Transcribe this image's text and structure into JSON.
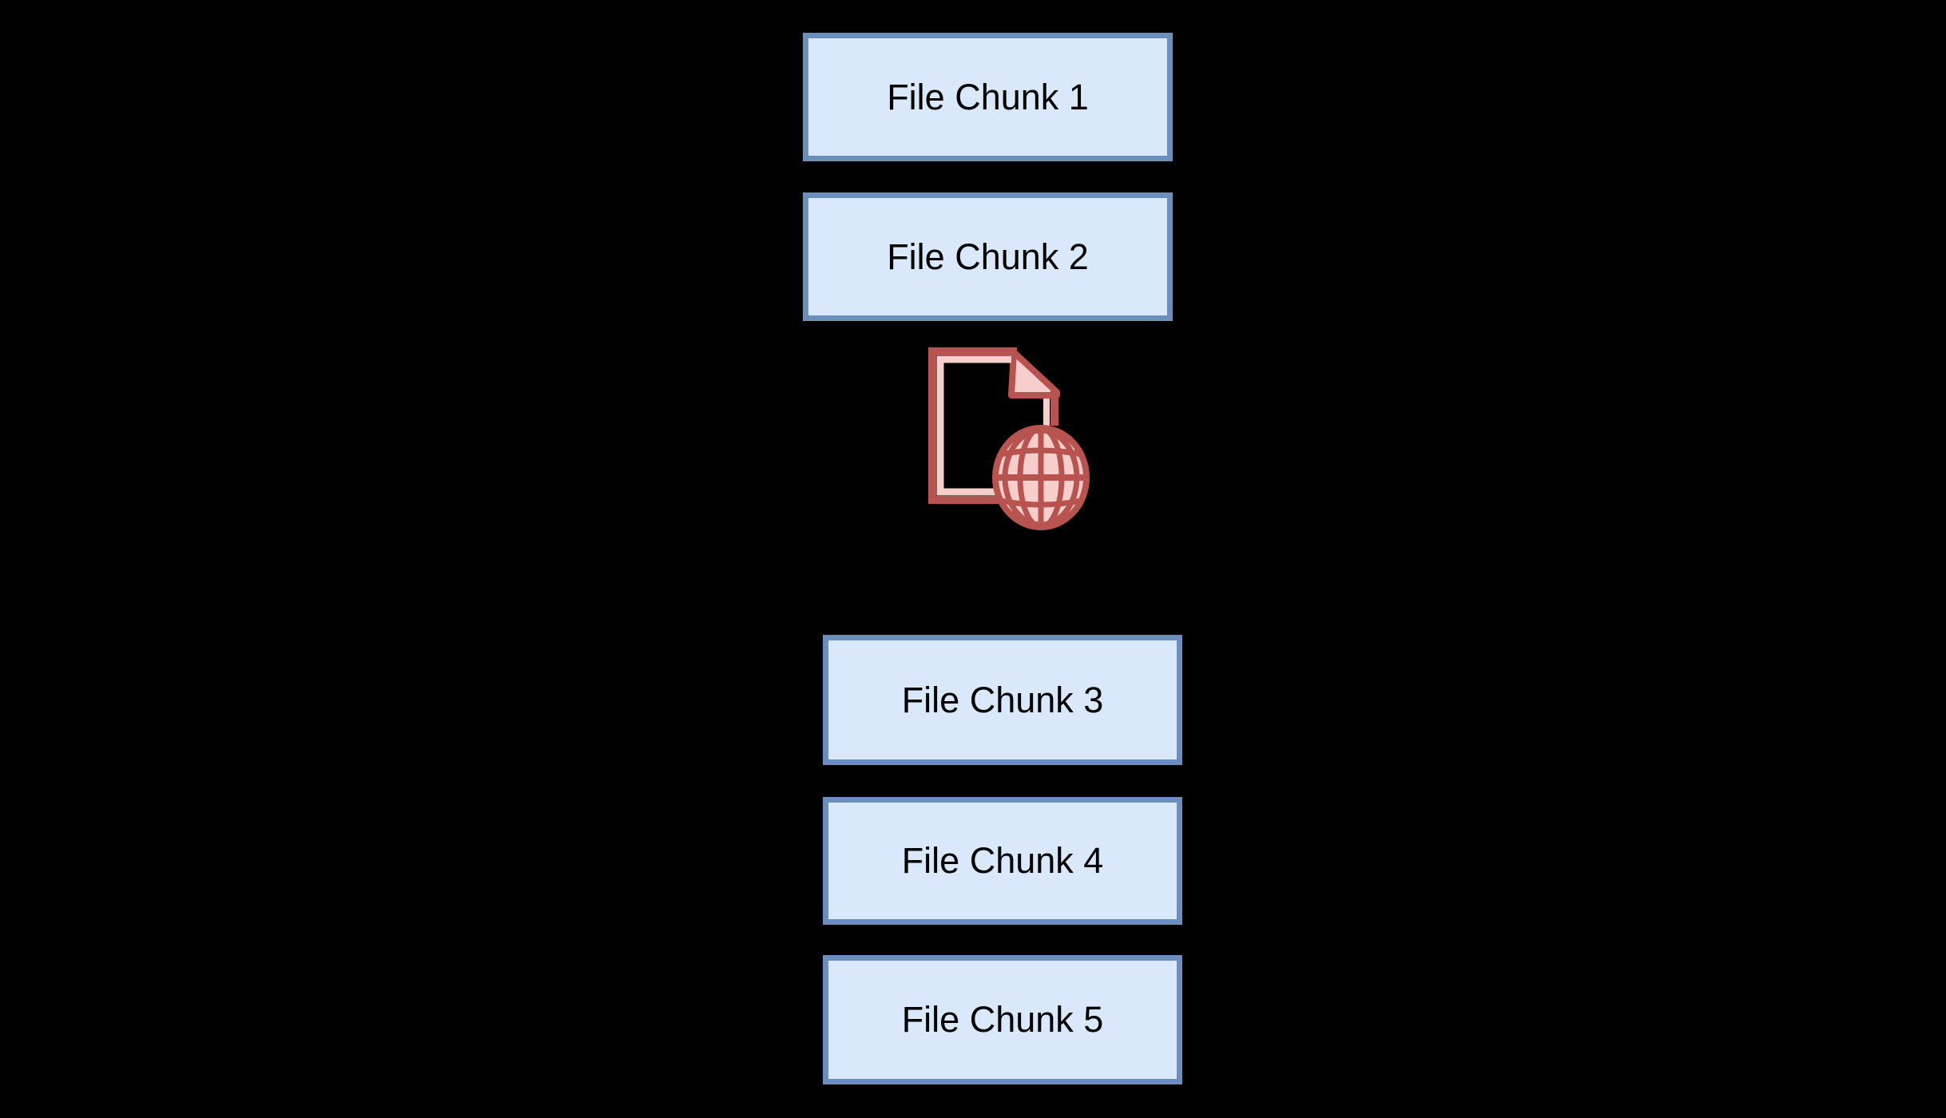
{
  "page": {
    "background": "#000000"
  },
  "diagram": {
    "boxes": [
      {
        "label": "File Chunk 1"
      },
      {
        "label": "File Chunk 2"
      },
      {
        "label": "File Chunk 3"
      },
      {
        "label": "File Chunk 4"
      },
      {
        "label": "File Chunk 5"
      }
    ],
    "icon": {
      "name": "file-globe-icon"
    },
    "colors": {
      "box_fill": "#dae8fc",
      "box_stroke": "#6c8ebf",
      "icon_stroke": "#b85450",
      "icon_fill": "#f8cecc",
      "text": "#000000",
      "background": "#000000"
    }
  }
}
